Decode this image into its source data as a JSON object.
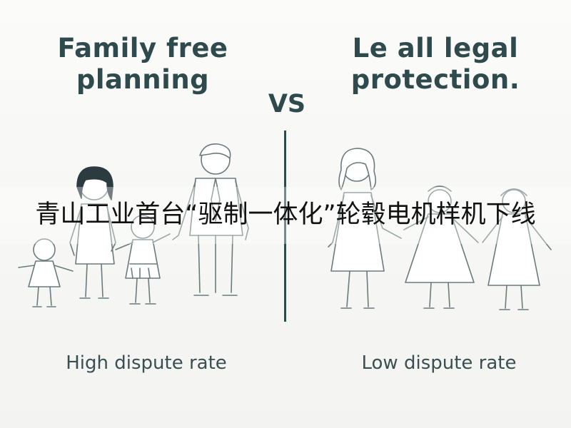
{
  "left_panel": {
    "heading": "Family free\nplanning",
    "caption": "High dispute rate"
  },
  "center": {
    "vs_label": "VS"
  },
  "right_panel": {
    "heading": "Le all legal\nprotection.",
    "caption": "Low dispute rate"
  },
  "overlay": {
    "text": "青山工业首台“驱制一体化”轮毂电机样机下线"
  },
  "colors": {
    "heading_text": "#2f4a4d",
    "caption_text": "#3a4f52",
    "divider": "#2f4a4d",
    "line_art": "#6b7b7d",
    "hair_dark": "#2b3b40",
    "overlay_text": "#111111"
  },
  "icons": {
    "left_group": "family-illustration-icon",
    "right_group": "family-illustration-icon"
  }
}
